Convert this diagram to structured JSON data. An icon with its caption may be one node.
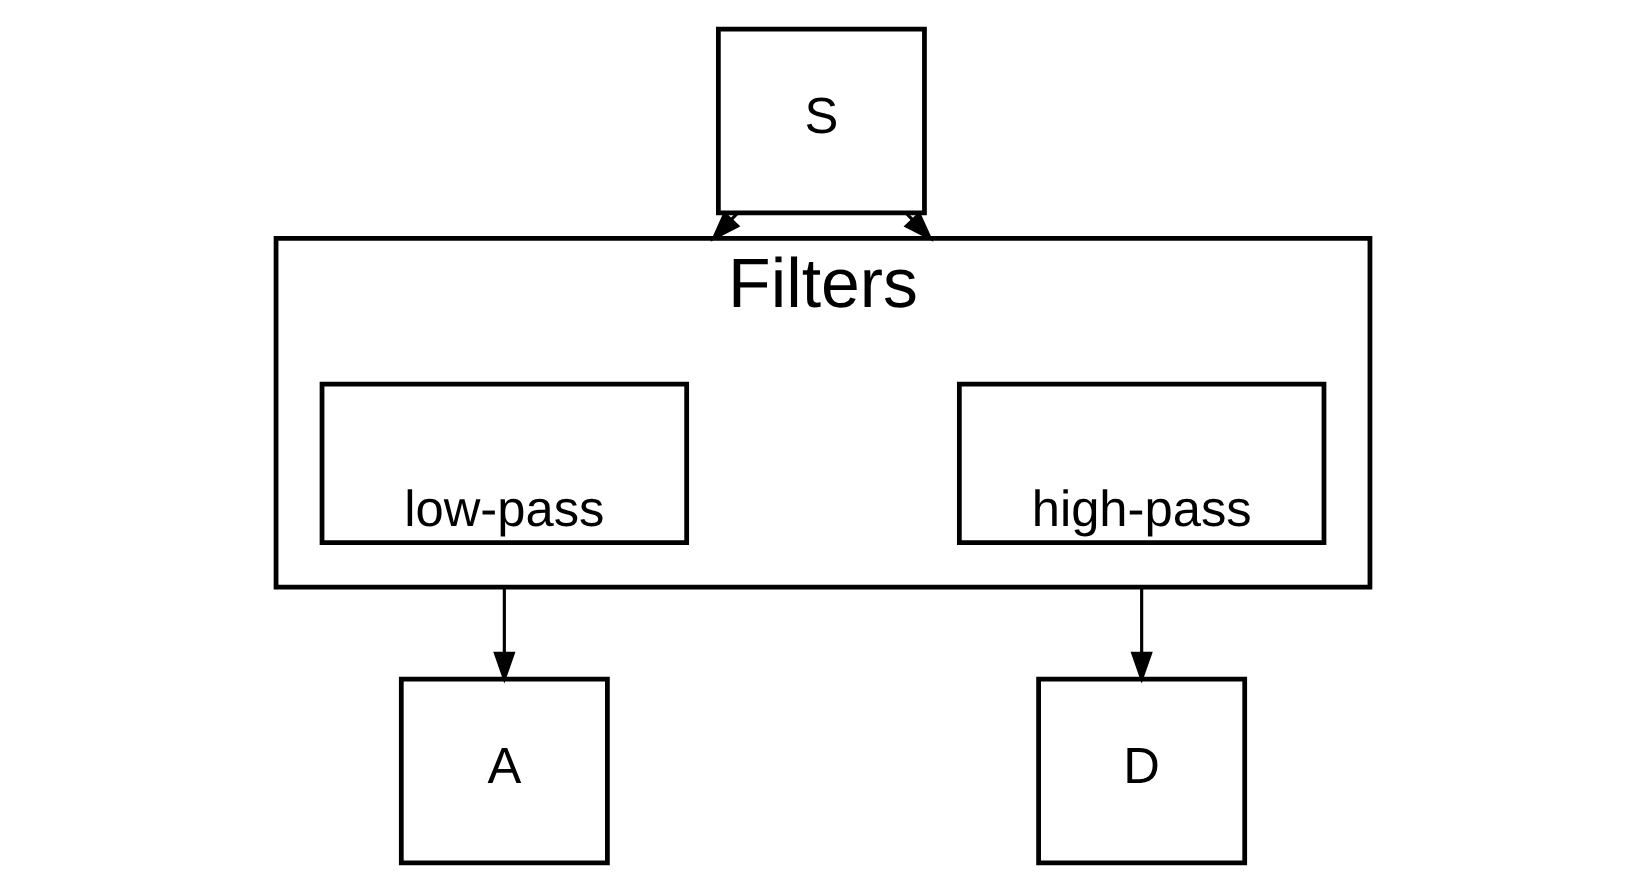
{
  "diagram": {
    "nodes": [
      {
        "text": [
          "S"
        ]
      },
      {
        "text": [
          "Filters"
        ]
      },
      {
        "text": [
          "low-pass"
        ],
        "in": 1
      },
      {
        "text": [
          "high-pass"
        ],
        "in": 1
      },
      {
        "text": [
          "A"
        ]
      },
      {
        "text": [
          "D"
        ]
      }
    ],
    "edges": [
      {
        "from": 0,
        "to": 1,
        "arrow": "to"
      },
      {
        "from": 0,
        "to": 1,
        "arrow": "to"
      },
      {
        "from": 1,
        "to": 4,
        "arrow": "to"
      },
      {
        "from": 1,
        "to": 5,
        "arrow": "to"
      }
    ]
  }
}
